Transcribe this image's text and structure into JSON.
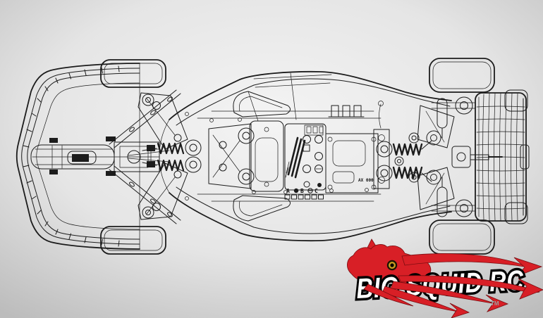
{
  "background": {
    "center_color": "#f4f4f4",
    "mid_color": "#e5e5e5",
    "edge_color": "#bcbcbc"
  },
  "drawing": {
    "line_color": "#1c1c1c",
    "esc": {
      "phase_labels": [
        "A",
        "B",
        "C"
      ]
    },
    "receiver_label": "AX 000"
  },
  "logo": {
    "wordmark": "BIG SQUID RC",
    "trademark": "TM",
    "squid_red": "#d81f26",
    "outline_black": "#000000",
    "text_fill": "#ffffff",
    "eye_yellow": "#c79b1f"
  }
}
